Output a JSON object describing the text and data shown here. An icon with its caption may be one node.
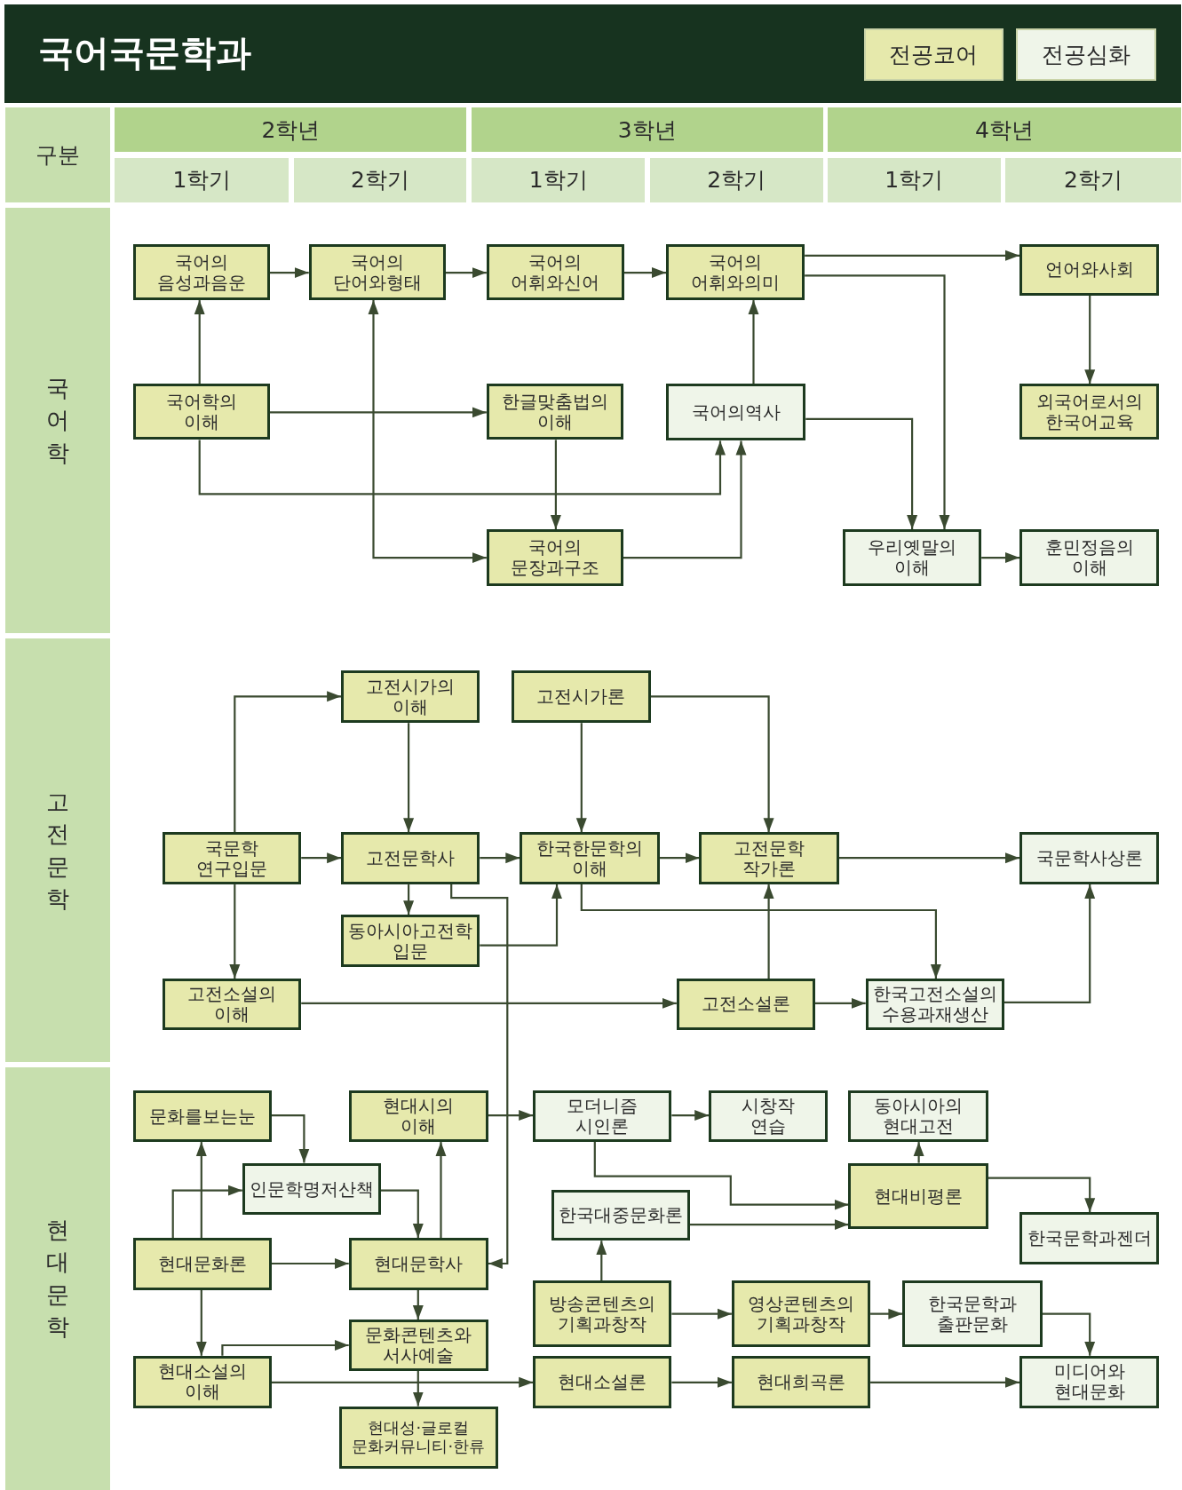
{
  "diagram": {
    "title": "국어국문학과",
    "nodes": [
      {
        "text": [
          "국어의 음성과음운"
        ]
      },
      {
        "text": [
          "국어의 단어와형태"
        ]
      },
      {
        "text": [
          "국어의 어휘와신어"
        ]
      },
      {
        "text": [
          "국어의 어휘와의미"
        ]
      },
      {
        "text": [
          "언어와사회"
        ]
      },
      {
        "text": [
          "국어학의 이해"
        ]
      },
      {
        "text": [
          "한글맞춤법의 이해"
        ]
      },
      {
        "text": [
          "국어의역사"
        ]
      },
      {
        "text": [
          "외국어로서의 한국어교육"
        ]
      },
      {
        "text": [
          "국어의 문장과구조"
        ]
      },
      {
        "text": [
          "우리옛말의 이해"
        ]
      },
      {
        "text": [
          "훈민정음의 이해"
        ]
      },
      {
        "text": [
          "고전시가의 이해"
        ]
      },
      {
        "text": [
          "고전시가론"
        ]
      },
      {
        "text": [
          "국문학 연구입문"
        ]
      },
      {
        "text": [
          "고전문학사"
        ]
      },
      {
        "text": [
          "한국한문학의 이해"
        ]
      },
      {
        "text": [
          "고전문학 작가론"
        ]
      },
      {
        "text": [
          "국문학사상론"
        ]
      },
      {
        "text": [
          "동아시아고전학 입문"
        ]
      },
      {
        "text": [
          "고전소설의 이해"
        ]
      },
      {
        "text": [
          "고전소설론"
        ]
      },
      {
        "text": [
          "한국고전소설의 수용과재생산"
        ]
      },
      {
        "text": [
          "문화를보는눈"
        ]
      },
      {
        "text": [
          "현대시의 이해"
        ]
      },
      {
        "text": [
          "모더니즘 시인론"
        ]
      },
      {
        "text": [
          "시창작 연습"
        ]
      },
      {
        "text": [
          "동아시아의 현대고전"
        ]
      },
      {
        "text": [
          "인문학명저산책"
        ]
      },
      {
        "text": [
          "한국대중문화론"
        ]
      },
      {
        "text": [
          "현대비평론"
        ]
      },
      {
        "text": [
          "한국문학과젠더"
        ]
      },
      {
        "text": [
          "현대문화론"
        ]
      },
      {
        "text": [
          "현대문학사"
        ]
      },
      {
        "text": [
          "방송콘텐츠의 기획과창작"
        ]
      },
      {
        "text": [
          "영상콘텐츠의 기획과창작"
        ]
      },
      {
        "text": [
          "한국문학과 출판문화"
        ]
      },
      {
        "text": [
          "문화콘텐츠와 서사예술"
        ]
      },
      {
        "text": [
          "현대소설의 이해"
        ]
      },
      {
        "text": [
          "현대소설론"
        ]
      },
      {
        "text": [
          "현대희곡론"
        ]
      },
      {
        "text": [
          "미디어와 현대문화"
        ]
      },
      {
        "text": [
          "현대성·글로컬 문화커뮤니티·한류"
        ]
      }
    ],
    "edges": [
      {
        "from": 0,
        "to": 1,
        "arrow": "to"
      },
      {
        "from": 1,
        "to": 2,
        "arrow": "to"
      },
      {
        "from": 2,
        "to": 3,
        "arrow": "to"
      },
      {
        "from": 3,
        "to": 4,
        "arrow": "to"
      },
      {
        "from": 3,
        "to": 10,
        "arrow": "to"
      },
      {
        "from": 4,
        "to": 8,
        "arrow": "to"
      },
      {
        "from": 5,
        "to": 0,
        "arrow": "to"
      },
      {
        "from": 5,
        "to": 6,
        "arrow": "to"
      },
      {
        "from": 5,
        "to": 7,
        "arrow": "to"
      },
      {
        "from": 1,
        "to": 9,
        "arrow": "both"
      },
      {
        "from": 6,
        "to": 9,
        "arrow": "to"
      },
      {
        "from": 9,
        "to": 7,
        "arrow": "to"
      },
      {
        "from": 7,
        "to": 3,
        "arrow": "to"
      },
      {
        "from": 7,
        "to": 10,
        "arrow": "to"
      },
      {
        "from": 10,
        "to": 11,
        "arrow": "to"
      },
      {
        "from": 14,
        "to": 12,
        "arrow": "to"
      },
      {
        "from": 12,
        "to": 15,
        "arrow": "to"
      },
      {
        "from": 13,
        "to": 16,
        "arrow": "to"
      },
      {
        "from": 13,
        "to": 17,
        "arrow": "to"
      },
      {
        "from": 14,
        "to": 15,
        "arrow": "to"
      },
      {
        "from": 15,
        "to": 16,
        "arrow": "to"
      },
      {
        "from": 16,
        "to": 17,
        "arrow": "to"
      },
      {
        "from": 17,
        "to": 18,
        "arrow": "to"
      },
      {
        "from": 14,
        "to": 20,
        "arrow": "to"
      },
      {
        "from": 15,
        "to": 19,
        "arrow": "to"
      },
      {
        "from": 19,
        "to": 16,
        "arrow": "to"
      },
      {
        "from": 16,
        "to": 22,
        "arrow": "to"
      },
      {
        "from": 21,
        "to": 17,
        "arrow": "to"
      },
      {
        "from": 20,
        "to": 21,
        "arrow": "to"
      },
      {
        "from": 21,
        "to": 22,
        "arrow": "to"
      },
      {
        "from": 22,
        "to": 18,
        "arrow": "to"
      },
      {
        "from": 15,
        "to": 33,
        "arrow": "to"
      },
      {
        "from": 23,
        "to": 28,
        "arrow": "to"
      },
      {
        "from": 32,
        "to": 23,
        "arrow": "to"
      },
      {
        "from": 32,
        "to": 28,
        "arrow": "to"
      },
      {
        "from": 28,
        "to": 33,
        "arrow": "to"
      },
      {
        "from": 33,
        "to": 24,
        "arrow": "to"
      },
      {
        "from": 32,
        "to": 33,
        "arrow": "to"
      },
      {
        "from": 32,
        "to": 38,
        "arrow": "to"
      },
      {
        "from": 33,
        "to": 37,
        "arrow": "to"
      },
      {
        "from": 38,
        "to": 37,
        "arrow": "to"
      },
      {
        "from": 37,
        "to": 42,
        "arrow": "to"
      },
      {
        "from": 38,
        "to": 39,
        "arrow": "to"
      },
      {
        "from": 24,
        "to": 25,
        "arrow": "to"
      },
      {
        "from": 25,
        "to": 26,
        "arrow": "to"
      },
      {
        "from": 25,
        "to": 30,
        "arrow": "to"
      },
      {
        "from": 29,
        "to": 30,
        "arrow": "to"
      },
      {
        "from": 30,
        "to": 27,
        "arrow": "to"
      },
      {
        "from": 30,
        "to": 31,
        "arrow": "to"
      },
      {
        "from": 34,
        "to": 29,
        "arrow": "to"
      },
      {
        "from": 34,
        "to": 35,
        "arrow": "to"
      },
      {
        "from": 35,
        "to": 36,
        "arrow": "to"
      },
      {
        "from": 36,
        "to": 41,
        "arrow": "to"
      },
      {
        "from": 39,
        "to": 40,
        "arrow": "to"
      },
      {
        "from": 40,
        "to": 41,
        "arrow": "to"
      }
    ],
    "labels": [
      "구분",
      "2학년",
      "3학년",
      "4학년",
      "1학기",
      "2학기",
      "1학기",
      "2학기",
      "1학기",
      "2학기",
      "국어학",
      "고전문학",
      "현대문학"
    ],
    "legend": [
      {
        "text": "전공코어",
        "color": "#e6e9ac"
      },
      {
        "text": "전공심화",
        "color": "#eff5e9"
      }
    ]
  }
}
